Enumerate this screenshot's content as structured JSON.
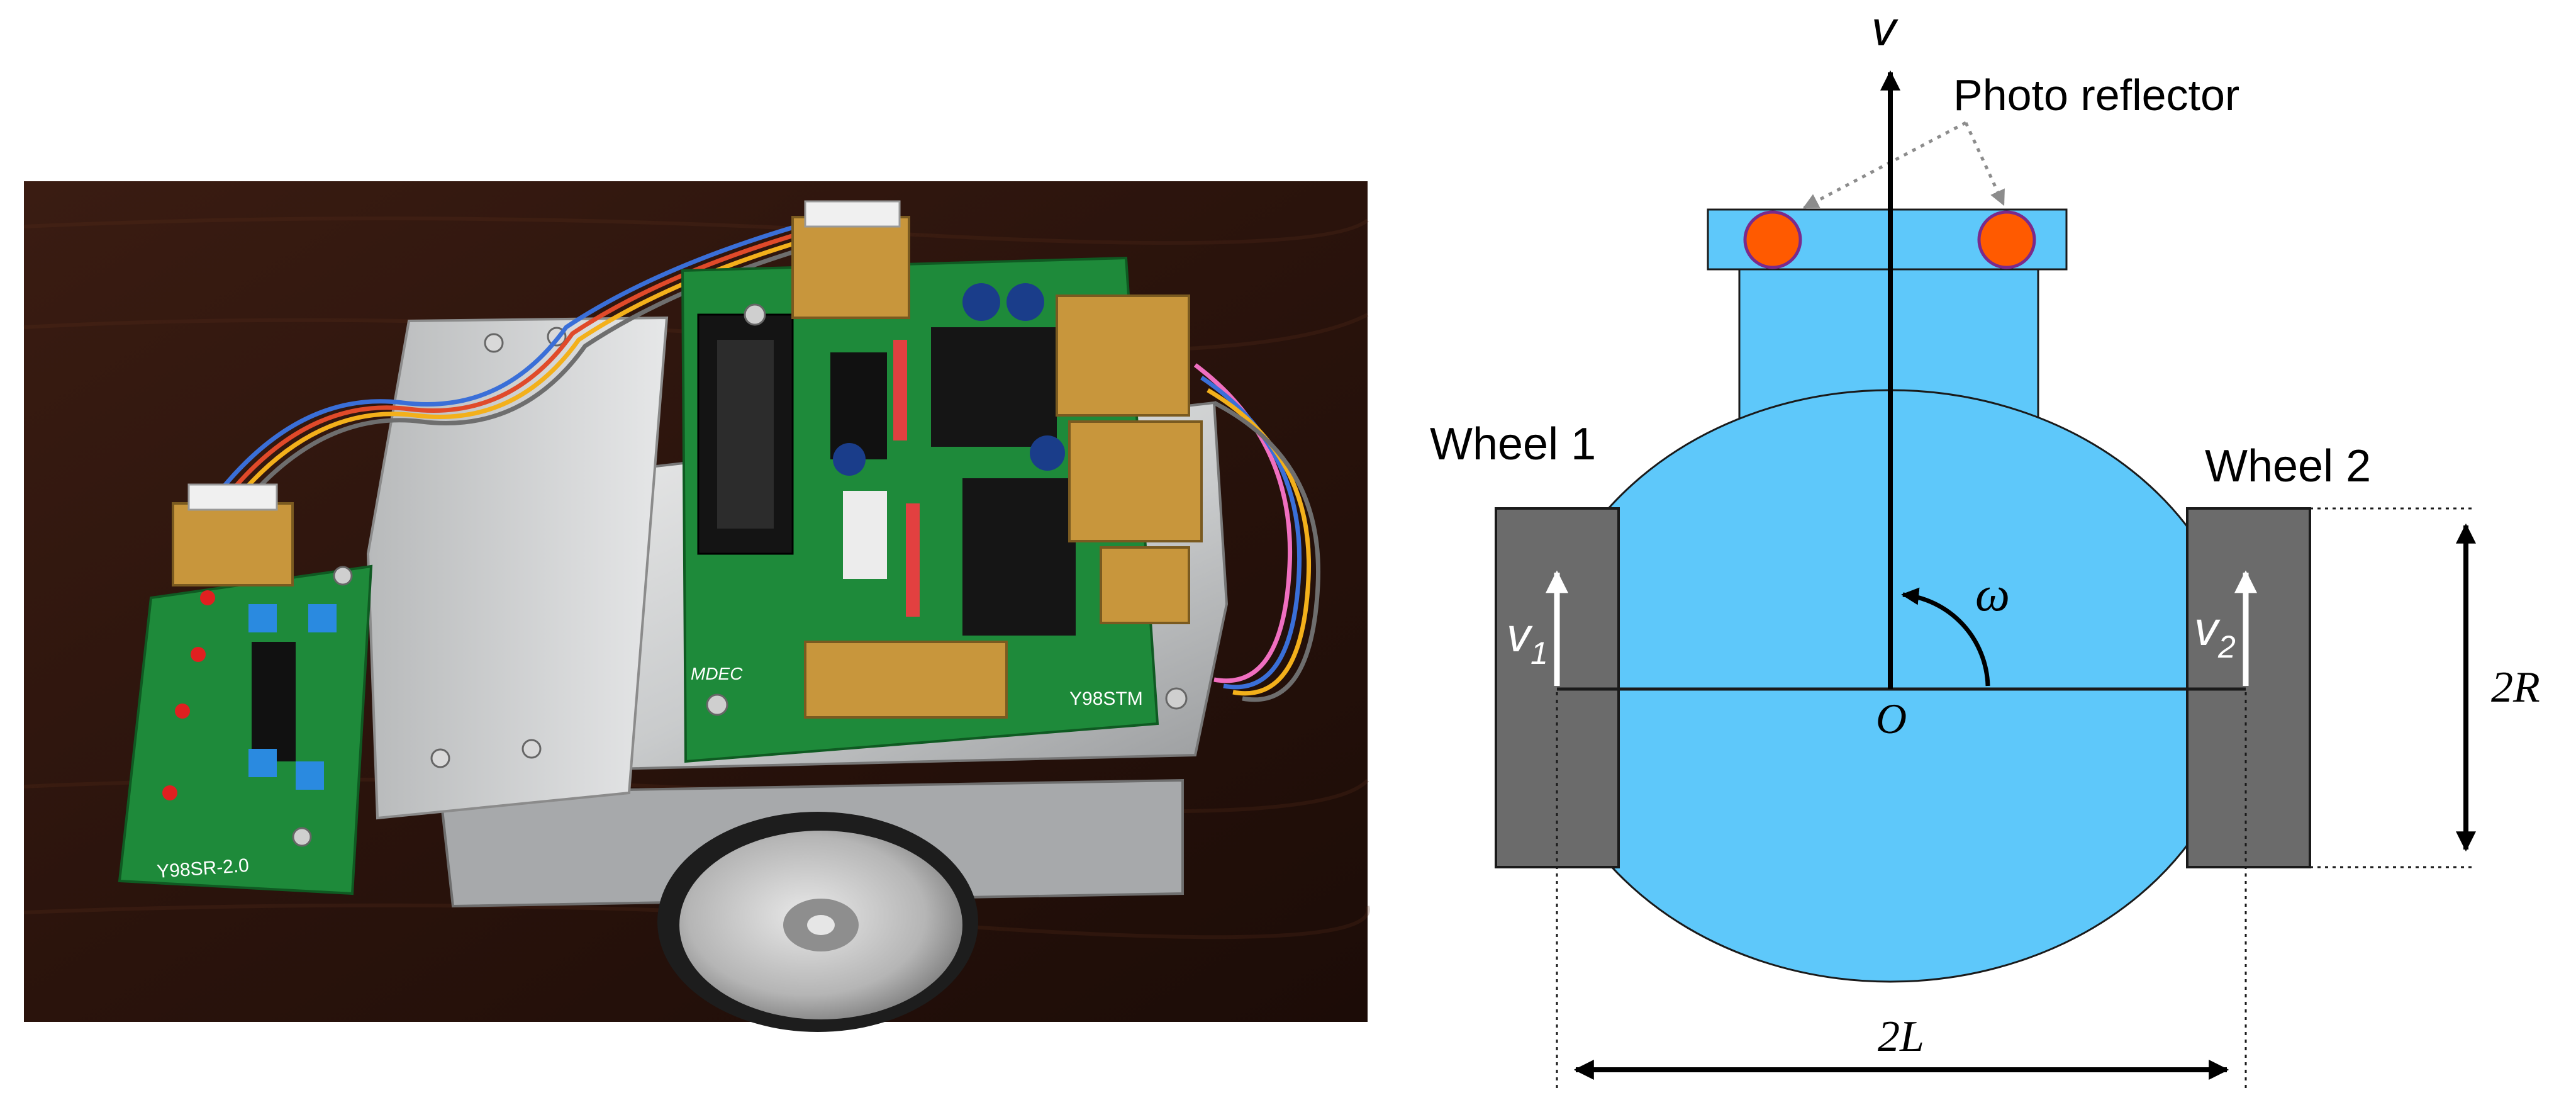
{
  "diagram": {
    "velocity_label": "v",
    "photo_reflector_label": "Photo reflector",
    "wheel1_label": "Wheel 1",
    "wheel2_label": "Wheel 2",
    "omega_label": "ω",
    "origin_label": "O",
    "v1_label": "v",
    "v1_sub": "1",
    "v2_label": "v",
    "v2_sub": "2",
    "radius_label": "2R",
    "width_label": "2L"
  },
  "photo": {
    "board_left_text": "Y98SR-2.0",
    "board_main_text": "Y98STM",
    "logo_text": "MDEC"
  },
  "colors": {
    "body_blue": "#5EC8FA",
    "wheel_gray": "#6B6B6B",
    "reflector_orange": "#FF5A00",
    "reflector_ring": "#7A2A8C",
    "pcb_green": "#1E8A3A",
    "connector_tan": "#C8963C"
  }
}
